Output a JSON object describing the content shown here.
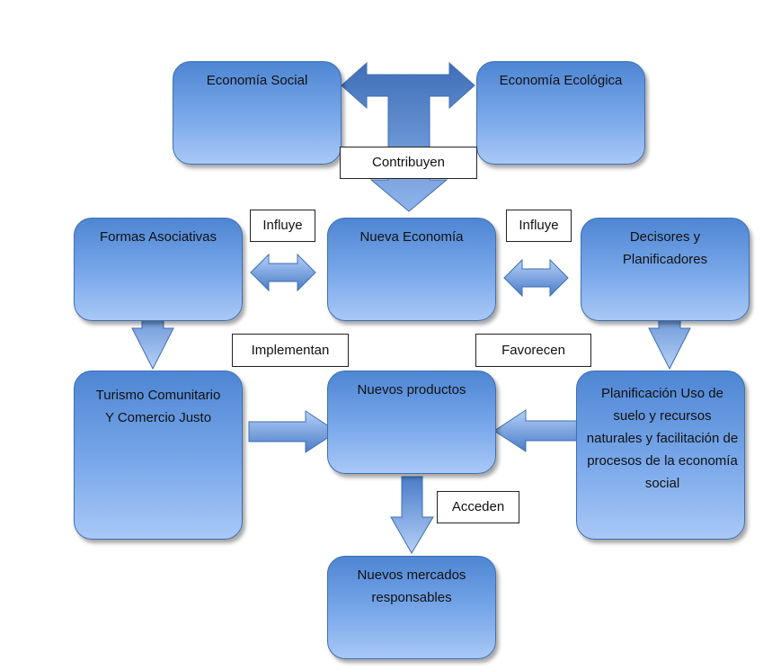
{
  "nodes": {
    "economia_social": "Economía Social",
    "economia_ecologica": "Economía Ecológica",
    "formas_asociativas": "Formas Asociativas",
    "nueva_economia": "Nueva Economía",
    "decisores": "Decisores y Planificadores",
    "turismo": "Turismo Comunitario Y Comercio Justo",
    "nuevos_productos": "Nuevos productos",
    "planificacion": "Planificación Uso de suelo y recursos naturales y facilitación de procesos de la economía social",
    "nuevos_mercados": "Nuevos mercados responsables"
  },
  "labels": {
    "contribuyen": "Contribuyen",
    "influye_left": "Influye",
    "influye_right": "Influye",
    "implementan": "Implementan",
    "favorecen": "Favorecen",
    "acceden": "Acceden"
  },
  "colors": {
    "box_top": "#4e86d3",
    "box_bottom": "#a9c8f6",
    "arrow_light": "#a9c8f6",
    "arrow_dark": "#4a7cc8"
  }
}
